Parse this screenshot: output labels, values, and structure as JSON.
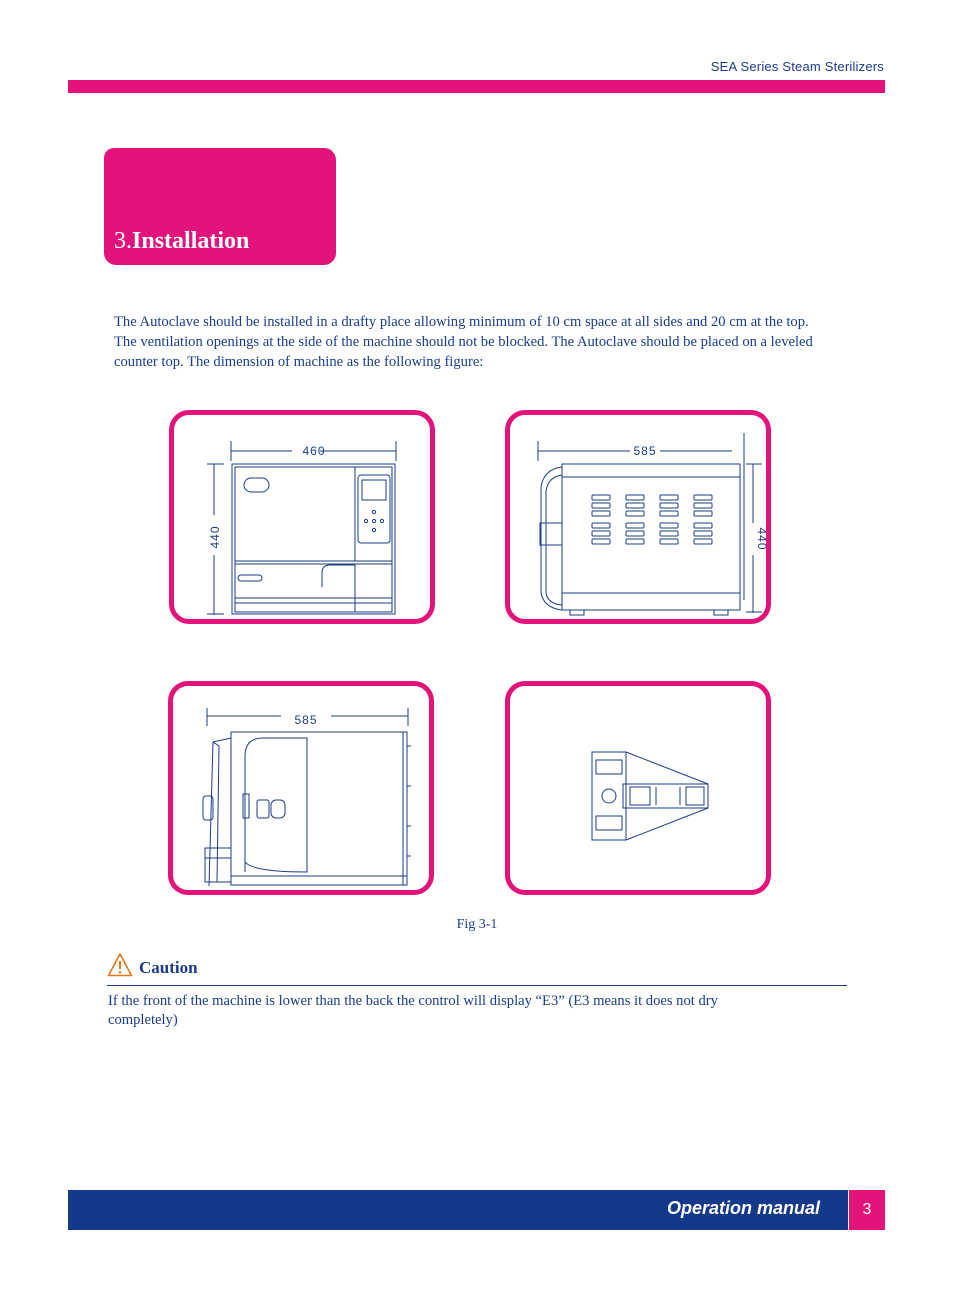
{
  "header": {
    "title": "SEA Series Steam Sterilizers"
  },
  "section": {
    "number": "3.",
    "title": "Installation"
  },
  "intro": "The Autoclave should be installed in a drafty place allowing minimum of 10 cm space at all sides and 20 cm at the top. The ventilation openings at the side of the machine should not be blocked. The Autoclave should be placed on a leveled counter top. The dimension of machine as the following figure:",
  "figures": {
    "front": {
      "width_label": "460",
      "height_label": "440"
    },
    "side": {
      "depth_label": "585",
      "height_label": "440"
    },
    "top": {
      "depth_label": "585"
    },
    "caption": "Fig 3-1"
  },
  "caution": {
    "label": "Caution",
    "text": "If the front of the machine is lower than the back the control will display “E3” (E3 means it does not dry completely)"
  },
  "footer": {
    "label": "Operation manual",
    "page_number": "3"
  },
  "colors": {
    "accent": "#e2147c",
    "brand": "#14388a",
    "text": "#1d3b8a",
    "warning": "#e8751a"
  }
}
